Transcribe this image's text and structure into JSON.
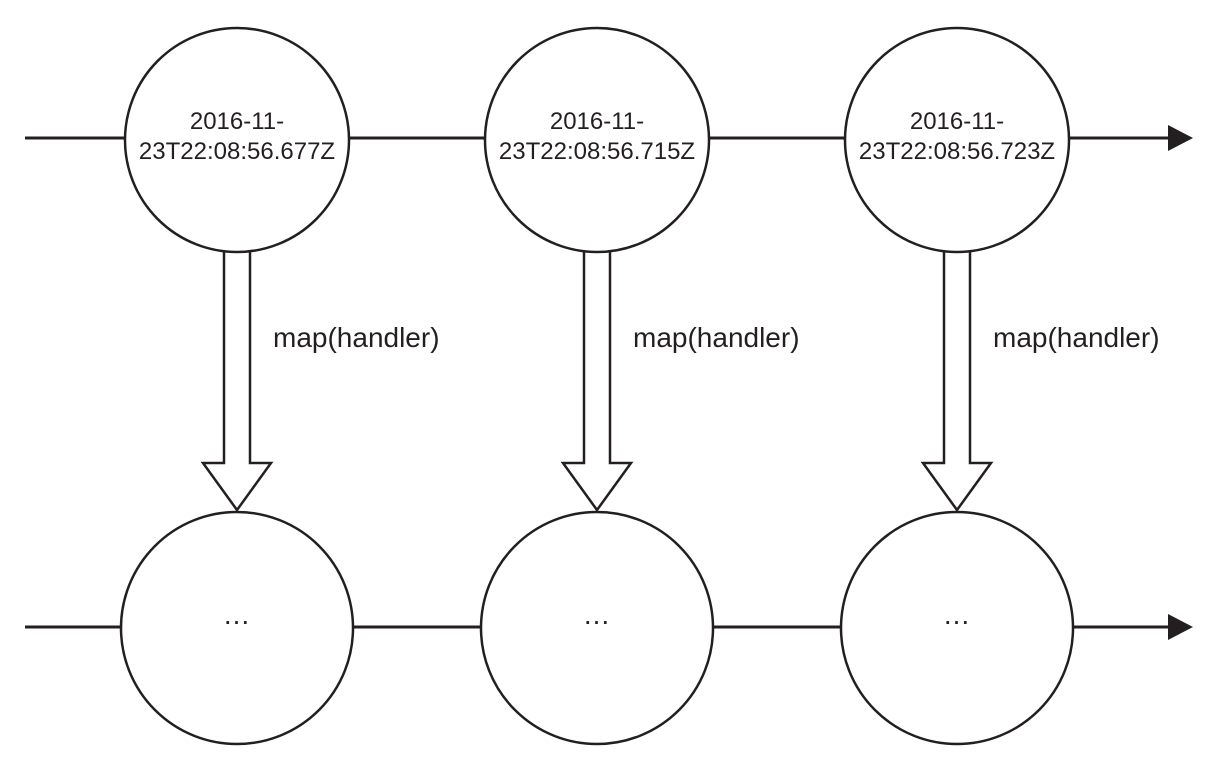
{
  "diagram": {
    "type": "marble-diagram",
    "colors": {
      "stroke": "#231f20",
      "text": "#231f20",
      "background": "#ffffff"
    },
    "source_stream": {
      "events": [
        {
          "line1": "2016-11-",
          "line2": "23T22:08:56.677Z"
        },
        {
          "line1": "2016-11-",
          "line2": "23T22:08:56.715Z"
        },
        {
          "line1": "2016-11-",
          "line2": "23T22:08:56.723Z"
        }
      ]
    },
    "operators": [
      {
        "label": "map(handler)"
      },
      {
        "label": "map(handler)"
      },
      {
        "label": "map(handler)"
      }
    ],
    "output_stream": {
      "events": [
        {
          "label": "..."
        },
        {
          "label": "..."
        },
        {
          "label": "..."
        }
      ]
    }
  }
}
